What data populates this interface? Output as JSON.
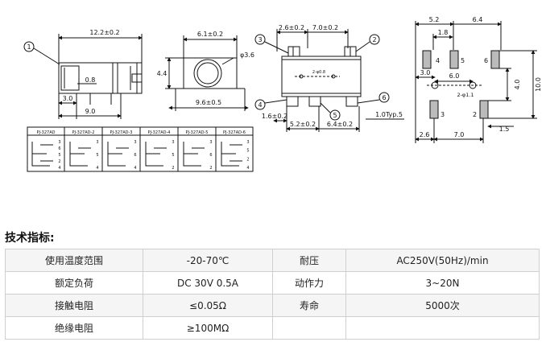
{
  "drawing": {
    "side_view": {
      "callout": "1",
      "dims": [
        "12.2±0.2",
        "0.8",
        "3.0",
        "9.0"
      ]
    },
    "front_view": {
      "dims": [
        "6.1±0.2",
        "φ3.6",
        "4.4",
        "9.6±0.5"
      ]
    },
    "top_view": {
      "callouts": [
        "3",
        "2",
        "4",
        "5",
        "6"
      ],
      "dims": [
        "2.6±0.2",
        "7.0±0.2",
        "2-φ0.8",
        "1.6±0.2",
        "5.2±0.2",
        "6.4±0.2",
        "1.0Typ.5"
      ]
    },
    "footprint": {
      "dims": [
        "5.2",
        "6.4",
        "1.8",
        "3.0",
        "6.0",
        "2-φ1.1",
        "4.0",
        "10.0",
        "1.5",
        "2.6",
        "7.0"
      ],
      "pad_labels": [
        "4",
        "5",
        "6",
        "3",
        "2"
      ]
    },
    "models": {
      "names": [
        "PJ-327AD",
        "PJ-327AD-2",
        "PJ-327AD-3",
        "PJ-327AD-4",
        "PJ-327AD-5",
        "PJ-327AD-6"
      ],
      "pins": [
        [
          "3",
          "6",
          "5",
          "2",
          "4"
        ],
        [
          "3",
          "5",
          "4"
        ],
        [
          "3",
          "6",
          "4"
        ],
        [
          "3",
          "5",
          "2"
        ],
        [
          "3",
          "6",
          "2"
        ],
        [
          "3",
          "5",
          "2",
          "4"
        ]
      ]
    }
  },
  "section_title": "技术指标:",
  "specs": {
    "rows": [
      [
        "使用温度范围",
        "-20-70℃",
        "耐压",
        "AC250V(50Hz)/min"
      ],
      [
        "额定负荷",
        "DC 30V 0.5A",
        "动作力",
        "3~20N"
      ],
      [
        "接触电阻",
        "≤0.05Ω",
        "寿命",
        "5000次"
      ],
      [
        "绝缘电阻",
        "≥100MΩ",
        "",
        ""
      ]
    ]
  }
}
